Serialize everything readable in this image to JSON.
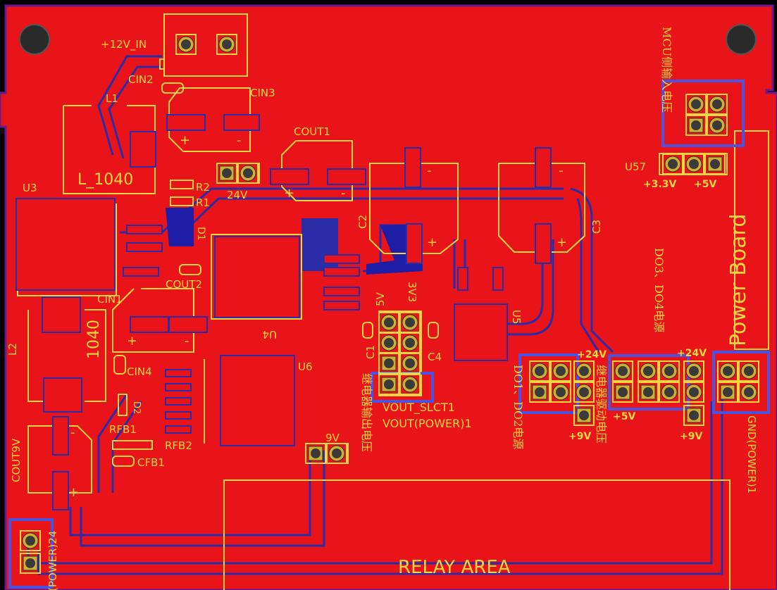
{
  "board_title": "Power Board",
  "relay_area": "RELAY AREA",
  "colors": {
    "background": "#000000",
    "copper": "#e8141a",
    "silkscreen": "#f2d640",
    "trace_outline": "#2b2ca8",
    "highlight_box": "#4a52e0",
    "pad": "#d9b93a",
    "board_edge": "#6a1a8a"
  },
  "labels": {
    "v12_in": "+12V_IN",
    "cin2": "CIN2",
    "cin3": "CIN3",
    "l1": "L1",
    "l1040_top": "L_1040",
    "u3": "U3",
    "r2": "R2",
    "r1": "R1",
    "d1": "D1",
    "cout1": "COUT1",
    "v24": "24V",
    "c2": "C2",
    "c3": "C3",
    "cout2": "COUT2",
    "cin1": "CIN1",
    "l2": "L2",
    "l2_1040": "1040",
    "cin4": "CIN4",
    "d2": "D2",
    "rfb1": "RFB1",
    "rfb2": "RFB2",
    "cfb1": "CFB1",
    "cout9v": "COUT9V",
    "u4": "U4",
    "u6": "U6",
    "u5": "U5",
    "c1": "C1",
    "c4": "C4",
    "v5_sel": "5V",
    "v3v3_sel": "3V3",
    "vout_slct1": "VOUT_SLCT1",
    "vout_power1": "VOUT(POWER)1",
    "v9": "9V",
    "u57": "U57",
    "p3v3": "+3.3V",
    "p5v": "+5V",
    "mcu_vin": "MCU侧输入电压",
    "do3_do4": "DO3、DO4电源",
    "do1_do2": "DO1、DO2电源",
    "relay_drive": "继电器驱动电压",
    "relay_out": "继电器输出电压",
    "gnd_power1": "GND(POWER)1",
    "power24": "(POWER)24",
    "p24a": "+24V",
    "p5a": "+5V",
    "p9a": "+9V",
    "p24b": "+24V",
    "p9b": "+9V",
    "plus": "+",
    "minus": "-"
  }
}
